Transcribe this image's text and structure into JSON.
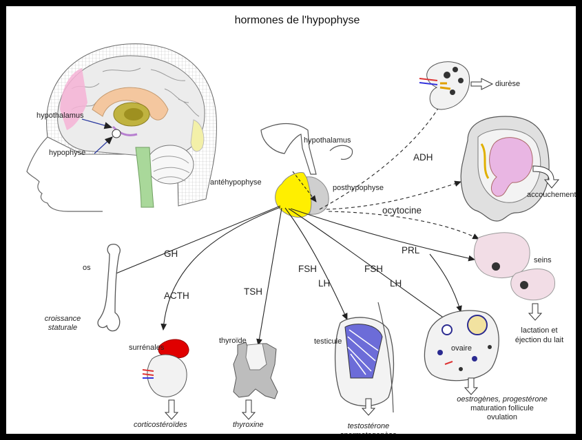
{
  "title": "hormones de l'hypophyse",
  "brain": {
    "hypothalamus": "hypothalamus",
    "hypophyse": "hypophyse"
  },
  "gland": {
    "hypothalamus": "hypothalamus",
    "ante": "antéhypophyse",
    "post": "posthypophyse"
  },
  "hormones": {
    "adh": "ADH",
    "ocytocine": "ocytocine",
    "gh": "GH",
    "acth": "ACTH",
    "tsh": "TSH",
    "fsh1": "FSH",
    "lh1": "LH",
    "fsh2": "FSH",
    "lh2": "LH",
    "prl": "PRL"
  },
  "targets": {
    "diurese": "diurèse",
    "accouchement": "accouchement",
    "seins": "seins",
    "os": "os",
    "surrenales": "surrénales",
    "thyroide": "thyroïde",
    "testicule": "testicule",
    "ovaire": "ovaire"
  },
  "effects": {
    "croissance_1": "croissance",
    "croissance_2": "staturale",
    "lactation_1": "lactation et",
    "lactation_2": "éjection du lait",
    "cortico": "corticostéroïdes",
    "thyroxine": "thyroxine",
    "testo_1": "testostérone",
    "testo_2": "spermatogenèse",
    "ovaire_1": "oestrogènes, progestérone",
    "ovaire_2": "maturation follicule",
    "ovaire_3": "ovulation"
  },
  "colors": {
    "pituitary_ante": "#ffef00",
    "pituitary_post": "#cfcfcf",
    "adrenal_cortex": "#e00000",
    "fetus": "#e9b6e3",
    "breast": "#f2dde6",
    "spine_green": "#a9d89a"
  }
}
